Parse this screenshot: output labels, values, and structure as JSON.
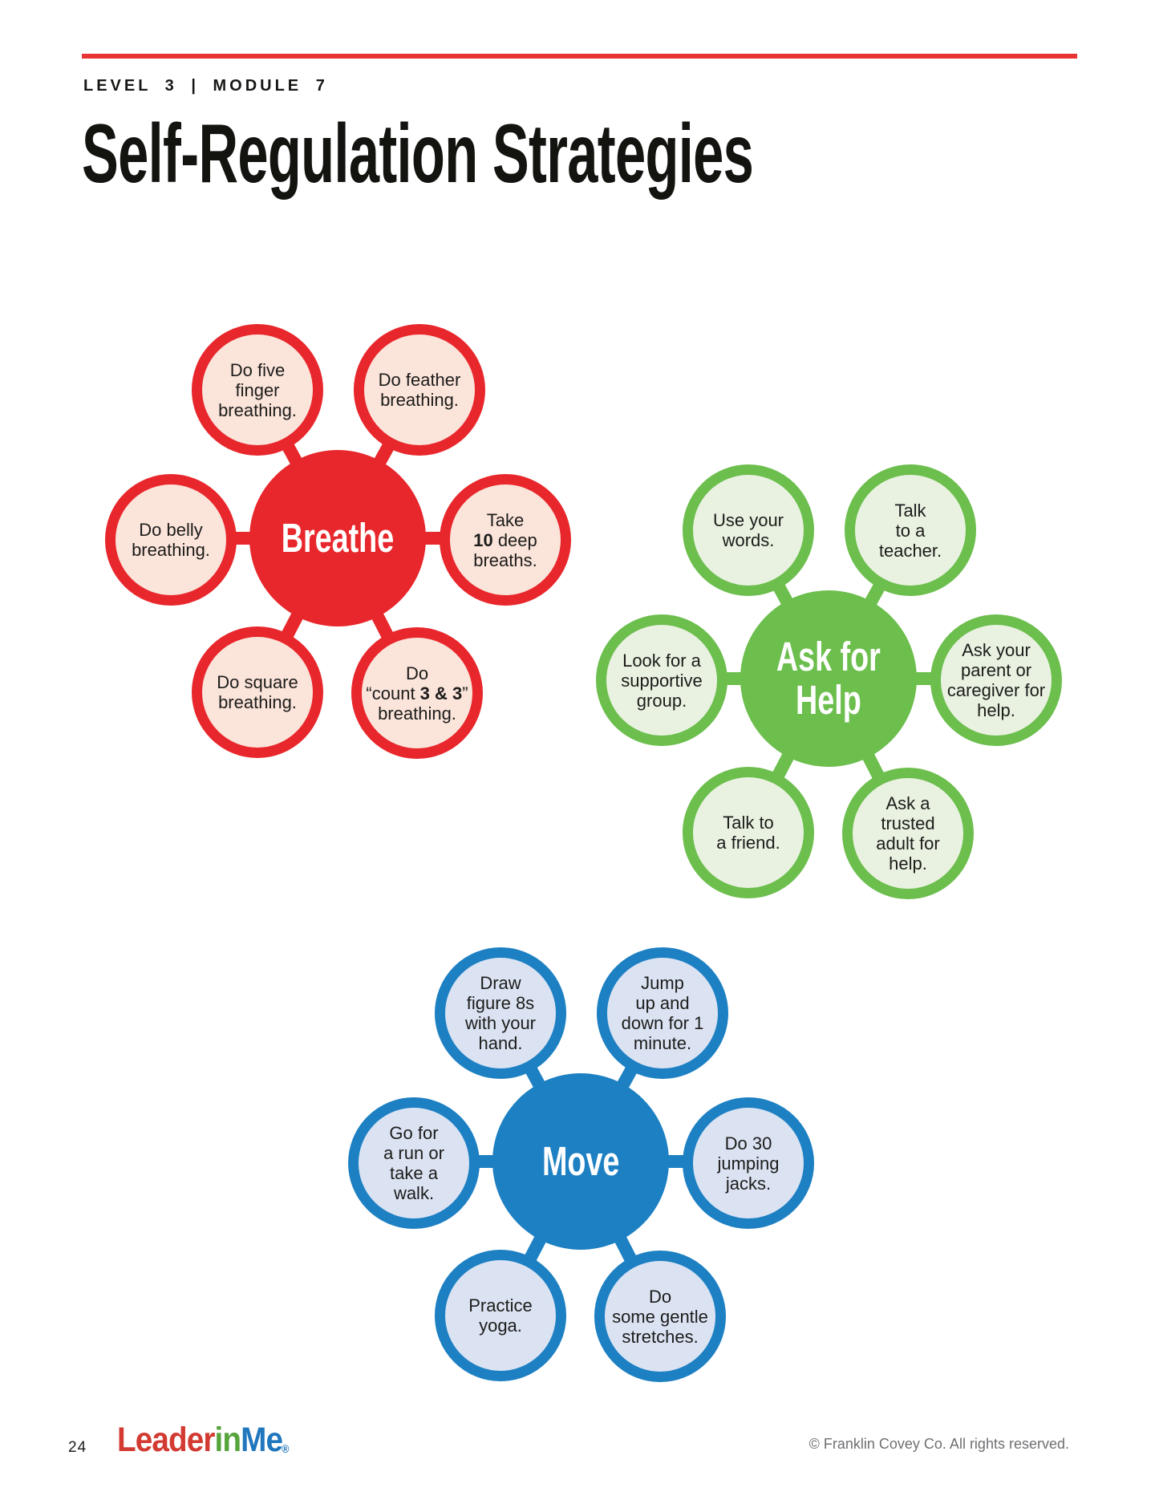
{
  "header": {
    "eyebrow": "LEVEL 3 | MODULE 7",
    "title": "Self-Regulation Strategies",
    "rule_color": "#e73331"
  },
  "clusters": [
    {
      "name": "breathe",
      "hub_lines": [
        "Breathe"
      ],
      "ring_color": "#e8272c",
      "satellite_fill": "#fbe4da",
      "satellites": [
        {
          "position": "top-left",
          "lines": [
            "Do five",
            "finger",
            "breathing."
          ]
        },
        {
          "position": "top-right",
          "lines": [
            "Do feather",
            "breathing."
          ]
        },
        {
          "position": "left",
          "lines": [
            "Do belly",
            "breathing."
          ]
        },
        {
          "position": "right",
          "l1": "Take",
          "l2_bold": "10",
          "l2_rest": " deep",
          "l3": "breaths."
        },
        {
          "position": "bottom-left",
          "lines": [
            "Do square",
            "breathing."
          ]
        },
        {
          "position": "bottom-right",
          "l1": "Do",
          "l2_pre": "“count ",
          "l2_bold": "3 & 3",
          "l2_post": "”",
          "l3": "breathing."
        }
      ]
    },
    {
      "name": "ask-for-help",
      "hub_lines": [
        "Ask for",
        "Help"
      ],
      "ring_color": "#6cbe4d",
      "satellite_fill": "#e9f2e1",
      "satellites": [
        {
          "position": "top-left",
          "lines": [
            "Use your",
            "words."
          ]
        },
        {
          "position": "top-right",
          "lines": [
            "Talk",
            "to a",
            "teacher."
          ]
        },
        {
          "position": "left",
          "lines": [
            "Look for a",
            "supportive",
            "group."
          ]
        },
        {
          "position": "right",
          "lines": [
            "Ask your",
            "parent or",
            "caregiver for",
            "help."
          ]
        },
        {
          "position": "bottom-left",
          "lines": [
            "Talk to",
            "a friend."
          ]
        },
        {
          "position": "bottom-right",
          "lines": [
            "Ask a",
            "trusted",
            "adult for",
            "help."
          ]
        }
      ]
    },
    {
      "name": "move",
      "hub_lines": [
        "Move"
      ],
      "ring_color": "#1d80c3",
      "satellite_fill": "#dbe3f3",
      "satellites": [
        {
          "position": "top-left",
          "lines": [
            "Draw",
            "figure 8s",
            "with your",
            "hand."
          ]
        },
        {
          "position": "top-right",
          "lines": [
            "Jump",
            "up and",
            "down for 1",
            "minute."
          ]
        },
        {
          "position": "left",
          "lines": [
            "Go for",
            "a run or",
            "take a",
            "walk."
          ]
        },
        {
          "position": "right",
          "lines": [
            "Do 30",
            "jumping",
            "jacks."
          ]
        },
        {
          "position": "bottom-left",
          "lines": [
            "Practice",
            "yoga."
          ]
        },
        {
          "position": "bottom-right",
          "lines": [
            "Do",
            "some gentle",
            "stretches."
          ]
        }
      ]
    }
  ],
  "footer": {
    "page_number": "24",
    "logo": {
      "leader": "Leader",
      "in": "in",
      "me": "Me",
      "reg": "®",
      "leader_color": "#d23a32",
      "in_color": "#56a43c",
      "me_color": "#2077bd"
    },
    "copyright": "© Franklin Covey Co. All rights reserved."
  }
}
